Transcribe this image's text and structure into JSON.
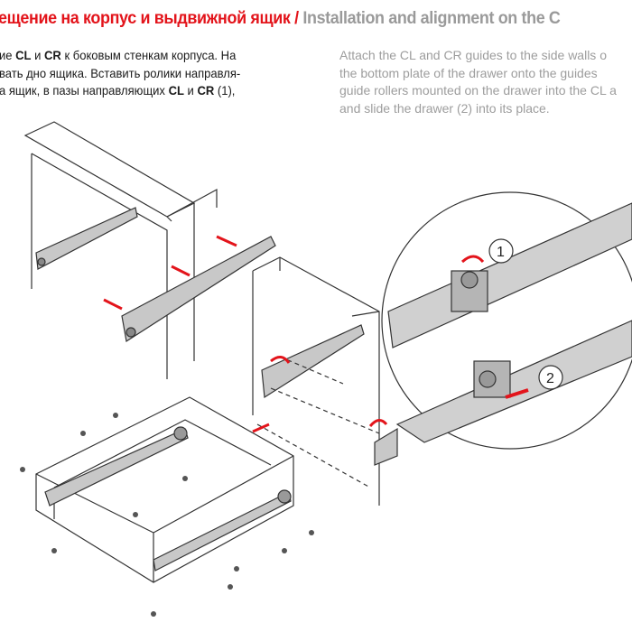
{
  "title": {
    "ru": "ещение на корпус и выдвижной ящик",
    "separator": " / ",
    "en": "Installation and alignment on the C"
  },
  "ru_text": {
    "line1": [
      "ие ",
      "CL",
      " и ",
      "CR",
      " к боковым стенкам корпуса. На"
    ],
    "line2": "вать дно ящика. Вставить ролики направля-",
    "line3": [
      "а ящик, в пазы направляющих ",
      "CL",
      " и ",
      "CR",
      " (1),"
    ]
  },
  "en_text": {
    "lines": [
      "Attach the CL and CR guides to the side walls o",
      "the bottom plate of the drawer onto the guides",
      "guide rollers mounted on the drawer into the CL a",
      "and slide the drawer (2) into its place."
    ]
  },
  "diagram": {
    "step1": "1",
    "step2": "2",
    "accent": "#e3141b"
  }
}
